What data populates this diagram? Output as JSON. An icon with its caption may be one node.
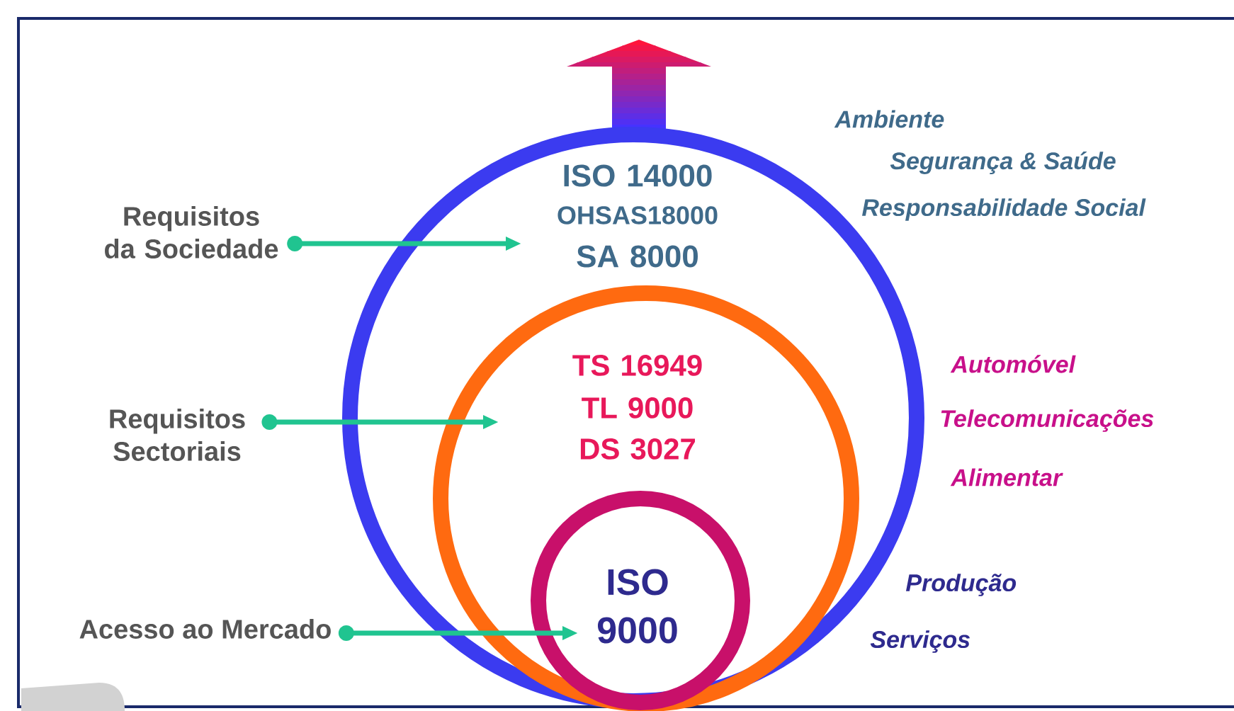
{
  "diagram": {
    "nodes": [
      {
        "text": [
          "ISO 14000",
          "OHSAS18000",
          "SA 8000"
        ],
        "beside": [
          "Ambiente",
          "Segurança & Saúde",
          "Responsabilidade Social"
        ]
      },
      {
        "text": [
          "TS 16949",
          "TL 9000",
          "DS 3027"
        ],
        "beside": [
          "Automóvel",
          "Telecomunicações",
          "Alimentar"
        ],
        "in": 0
      },
      {
        "text": [
          "ISO 9000"
        ],
        "beside": [
          "Produção",
          "Serviços"
        ],
        "in": 1
      },
      {
        "text": [
          "Requisitos da Sociedade"
        ]
      },
      {
        "text": [
          "Requisitos Sectoriais"
        ]
      },
      {
        "text": [
          "Acesso ao Mercado"
        ]
      }
    ],
    "edges": [
      {
        "from": 3,
        "to": 0,
        "arrow": "to",
        "color": "#20c490"
      },
      {
        "from": 4,
        "to": 1,
        "arrow": "to",
        "color": "#20c490"
      },
      {
        "from": 5,
        "to": 2,
        "arrow": "to",
        "color": "#20c490"
      }
    ]
  }
}
